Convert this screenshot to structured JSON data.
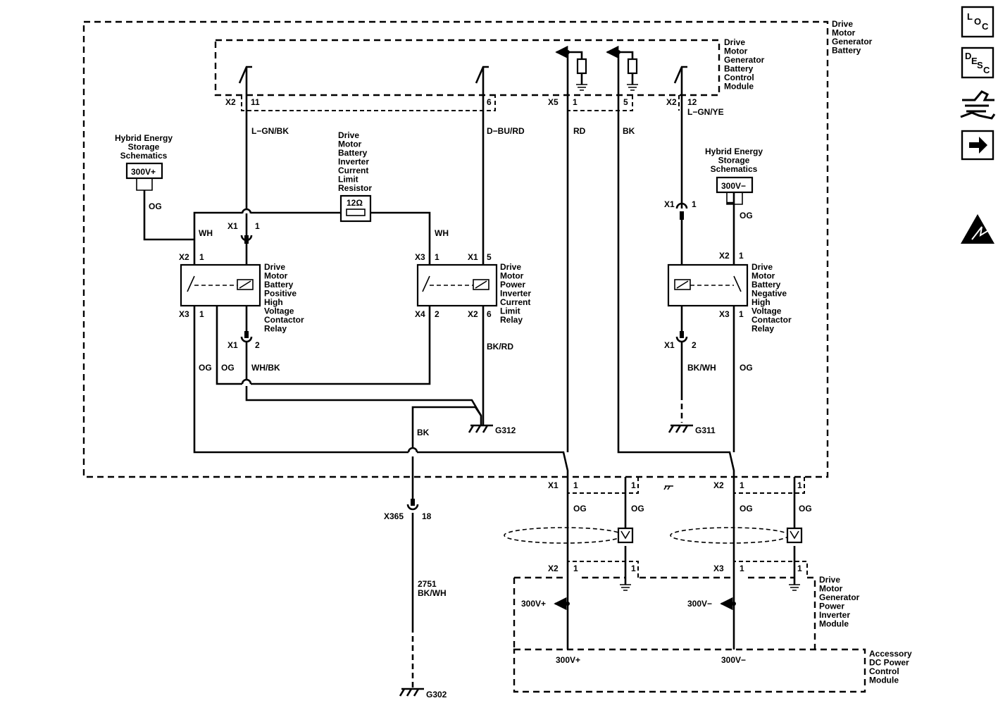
{
  "modules": {
    "dmg_battery": [
      "Drive",
      "Motor",
      "Generator",
      "Battery"
    ],
    "dmgb_control": [
      "Drive",
      "Motor",
      "Generator",
      "Battery",
      "Control",
      "Module"
    ],
    "pos_relay": [
      "Drive",
      "Motor",
      "Battery",
      "Positive",
      "High",
      "Voltage",
      "Contactor",
      "Relay"
    ],
    "inv_relay": [
      "Drive",
      "Motor",
      "Power",
      "Inverter",
      "Current",
      "Limit",
      "Relay"
    ],
    "neg_relay": [
      "Drive",
      "Motor",
      "Battery",
      "Negative",
      "High",
      "Voltage",
      "Contactor",
      "Relay"
    ],
    "resistor": [
      "Drive",
      "Motor",
      "Battery",
      "Inverter",
      "Current",
      "Limit",
      "Resistor"
    ],
    "pim": [
      "Drive",
      "Motor",
      "Generator",
      "Power",
      "Inverter",
      "Module"
    ],
    "apm": [
      "Accessory",
      "DC Power",
      "Control",
      "Module"
    ],
    "hybrid_left": [
      "Hybrid Energy",
      "Storage",
      "Schematics"
    ],
    "hybrid_right": [
      "Hybrid Energy",
      "Storage",
      "Schematics"
    ]
  },
  "refs": {
    "left": "300V+",
    "right": "300V−"
  },
  "resistor_value": "12Ω",
  "wires": {
    "w11": "L−GN/BK",
    "w6": "D−BU/RD",
    "wrd": "RD",
    "wbk": "BK",
    "w12": "L−GN/YE",
    "og_hyb_l": "OG",
    "wh_l": "WH",
    "wh_r": "WH",
    "og_x3_a": "OG",
    "og_x3_b": "OG",
    "whbk": "WH/BK",
    "bkrd": "BK/RD",
    "bk_main": "BK",
    "bkwh": "BK/WH",
    "og_hyb_r": "OG",
    "og_neg": "OG",
    "w2751": [
      "2751",
      "BK/WH"
    ],
    "og_s1": "OG",
    "og_s2": "OG",
    "og_s3": "OG",
    "og_s4": "OG"
  },
  "connectors": {
    "x2_11": "X2",
    "pin_11": "11",
    "pin_6": "6",
    "x5": "X5",
    "pin_x5_1": "1",
    "pin_x5_5": "5",
    "x2_12": "X2",
    "pin_12": "12",
    "pr_x1a": "X1",
    "pr_x1a_pin": "1",
    "pr_x2": "X2",
    "pr_x2_pin": "1",
    "pr_x3": "X3",
    "pr_x3_pin": "1",
    "pr_x1b": "X1",
    "pr_x1b_pin": "2",
    "ir_x3": "X3",
    "ir_x3_pin": "1",
    "ir_x1": "X1",
    "ir_x1_pin": "5",
    "ir_x4": "X4",
    "ir_x4_pin": "2",
    "ir_x2": "X2",
    "ir_x2_pin": "6",
    "nr_x1a": "X1",
    "nr_x1a_pin": "1",
    "nr_x2": "X2",
    "nr_x2_pin": "1",
    "nr_x3": "X3",
    "nr_x3_pin": "1",
    "nr_x1b": "X1",
    "nr_x1b_pin": "2",
    "x365": "X365",
    "x365_pin": "18",
    "b_x1": "X1",
    "b_x1_p1": "1",
    "b_x1_p2": "1",
    "b_x2": "X2",
    "b_x2_p1": "1",
    "b_x2_p2": "1",
    "p_x2": "X2",
    "p_x2_p1": "1",
    "p_x2_p2": "1",
    "p_x3": "X3",
    "p_x3_p1": "1",
    "p_x3_p2": "1"
  },
  "grounds": {
    "g312": "G312",
    "g311": "G311",
    "g302": "G302"
  },
  "module_pins": {
    "pim_pos": "300V+",
    "pim_neg": "300V−",
    "apm_pos": "300V+",
    "apm_neg": "300V−"
  },
  "nav": {
    "loc": [
      "L",
      "O",
      "C"
    ],
    "desc": [
      "D",
      "E",
      "S",
      "C"
    ]
  }
}
